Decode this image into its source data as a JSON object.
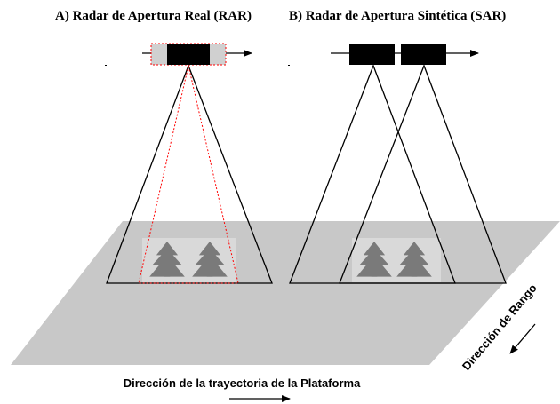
{
  "titles": {
    "rar": "A) Radar de Apertura Real (RAR)",
    "sar": "B) Radar de Apertura Sintética (SAR)"
  },
  "labels": {
    "flight_direction": "Dirección de la trayectoria de la Plataforma",
    "range_direction": "Dirección de Rango"
  },
  "colors": {
    "ground": "#c8c8c8",
    "tree": "#7a7a7a",
    "tree_patch": "#d9d9d9",
    "antenna": "#000000",
    "real_aperture_highlight": "#ff0000",
    "real_aperture_fill": "#d0d0d0"
  },
  "icons": {
    "tree": "pine-tree-icon",
    "flight_arrow": "arrow-right-icon",
    "range_arrow": "arrow-down-left-icon"
  }
}
